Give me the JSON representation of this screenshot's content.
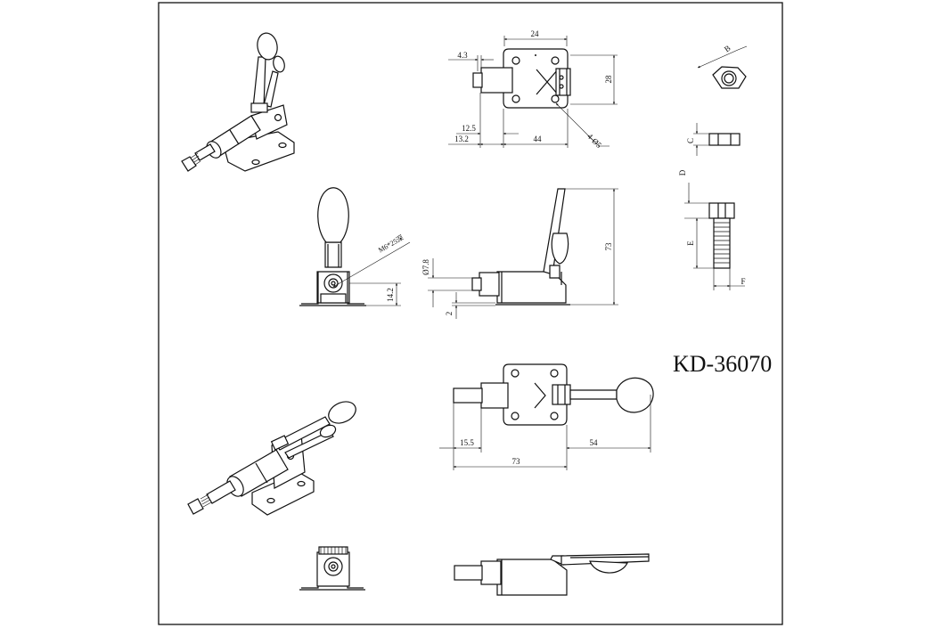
{
  "model_code": "KD-36070",
  "dimensions": {
    "top_view": {
      "width_24": "24",
      "offset_4_3": "4.3",
      "height_28": "28",
      "offset_12_5": "12.5",
      "offset_13_2": "13.2",
      "length_44": "44",
      "holes": "4-Ø5"
    },
    "side_view": {
      "height_73": "73",
      "dia_7_8": "Ø7.8",
      "gap_2": "2"
    },
    "front_view": {
      "thread": "M6*25深",
      "height_14_2": "14.2"
    },
    "bottom_view": {
      "stroke_15_5": "15.5",
      "total_73": "73",
      "handle_54": "54"
    },
    "hardware": {
      "b": "B",
      "c": "C",
      "d": "D",
      "e": "E",
      "f": "F"
    }
  }
}
